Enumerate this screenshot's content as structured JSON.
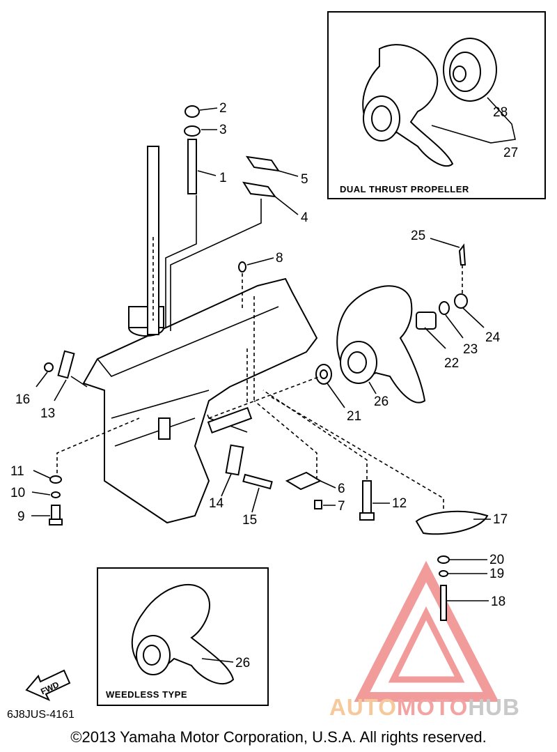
{
  "insets": {
    "dual_thrust": {
      "title": "DUAL THRUST PROPELLER",
      "parts": [
        "28",
        "27"
      ]
    },
    "weedless": {
      "title": "WEEDLESS TYPE",
      "parts": [
        "26"
      ]
    }
  },
  "part_numbers": [
    "1",
    "2",
    "3",
    "4",
    "5",
    "6",
    "7",
    "8",
    "9",
    "10",
    "11",
    "12",
    "13",
    "14",
    "15",
    "16",
    "17",
    "18",
    "19",
    "20",
    "21",
    "22",
    "23",
    "24",
    "25",
    "26"
  ],
  "fwd_label": "FWD",
  "diagram_code": "6J8JUS-4161",
  "copyright": "©2013 Yamaha Motor Corporation, U.S.A. All rights reserved.",
  "watermark": {
    "part1": "AUTO",
    "part2": "MOTO",
    "part3": "HUB"
  },
  "colors": {
    "line": "#000000",
    "watermark_red": "#e84a4a",
    "watermark_orange": "#f6c89a",
    "watermark_gray": "#c9c9c9"
  }
}
